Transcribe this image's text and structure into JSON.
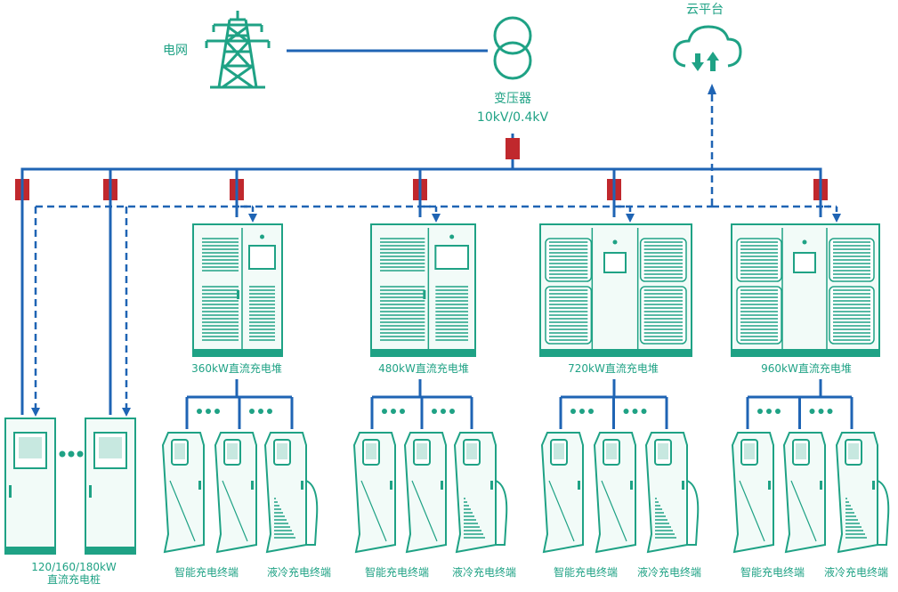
{
  "grid": {
    "label": "电网"
  },
  "transformer": {
    "label": "变压器",
    "ratio": "10kV/0.4kV"
  },
  "cloud": {
    "label": "云平台"
  },
  "single_pile": {
    "line1": "120/160/180kW",
    "line2": "直流充电桩"
  },
  "stacks": [
    {
      "label": "360kW直流充电堆"
    },
    {
      "label": "480kW直流充电堆"
    },
    {
      "label": "720kW直流充电堆"
    },
    {
      "label": "960kW直流充电堆"
    }
  ],
  "terminal_labels": {
    "smart": "智能充电终端",
    "liquid": "液冷充电终端"
  },
  "colors": {
    "green": "#1fa285",
    "blue": "#1f64b4",
    "red": "#c0282d",
    "cab_fill": "#f2fbf8"
  }
}
